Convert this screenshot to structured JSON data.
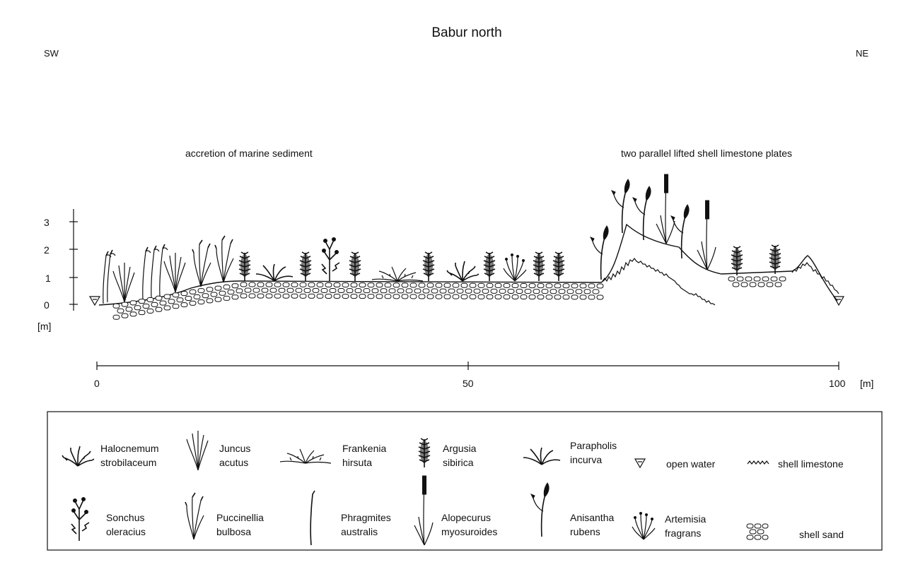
{
  "title": "Babur north",
  "direction": {
    "left": "SW",
    "right": "NE"
  },
  "annotations": {
    "left": "accretion of marine sediment",
    "right": "two parallel lifted shell limestone plates"
  },
  "elevation_axis": {
    "ticks": [
      "3",
      "2",
      "1",
      "0"
    ],
    "unit": "[m]"
  },
  "distance_axis": {
    "ticks": [
      "0",
      "50",
      "100"
    ],
    "unit": "[m]"
  },
  "legend": {
    "row1": [
      {
        "icon": "halocnemum-icon",
        "lines": [
          "Halocnemum",
          "strobilaceum"
        ]
      },
      {
        "icon": "juncus-icon",
        "lines": [
          "Juncus",
          "acutus"
        ]
      },
      {
        "icon": "frankenia-icon",
        "lines": [
          "Frankenia",
          "hirsuta"
        ]
      },
      {
        "icon": "argusia-icon",
        "lines": [
          "Argusia",
          "sibirica"
        ]
      },
      {
        "icon": "parapholis-icon",
        "lines": [
          "Parapholis",
          "incurva"
        ]
      },
      {
        "icon": "open-water-icon",
        "lines": [
          "open water"
        ]
      },
      {
        "icon": "shell-limestone-icon",
        "lines": [
          "shell limestone"
        ]
      }
    ],
    "row2": [
      {
        "icon": "sonchus-icon",
        "lines": [
          "Sonchus",
          "oleracius"
        ]
      },
      {
        "icon": "puccinellia-icon",
        "lines": [
          "Puccinellia",
          "bulbosa"
        ]
      },
      {
        "icon": "phragmites-icon",
        "lines": [
          "Phragmites",
          "australis"
        ]
      },
      {
        "icon": "alopecurus-icon",
        "lines": [
          "Alopecurus",
          "myosuroides"
        ]
      },
      {
        "icon": "anisantha-icon",
        "lines": [
          "Anisantha",
          "rubens"
        ]
      },
      {
        "icon": "artemisia-icon",
        "lines": [
          "Artemisia",
          "fragrans"
        ]
      },
      {
        "icon": "shell-sand-icon",
        "lines": [
          "shell sand"
        ]
      }
    ]
  }
}
